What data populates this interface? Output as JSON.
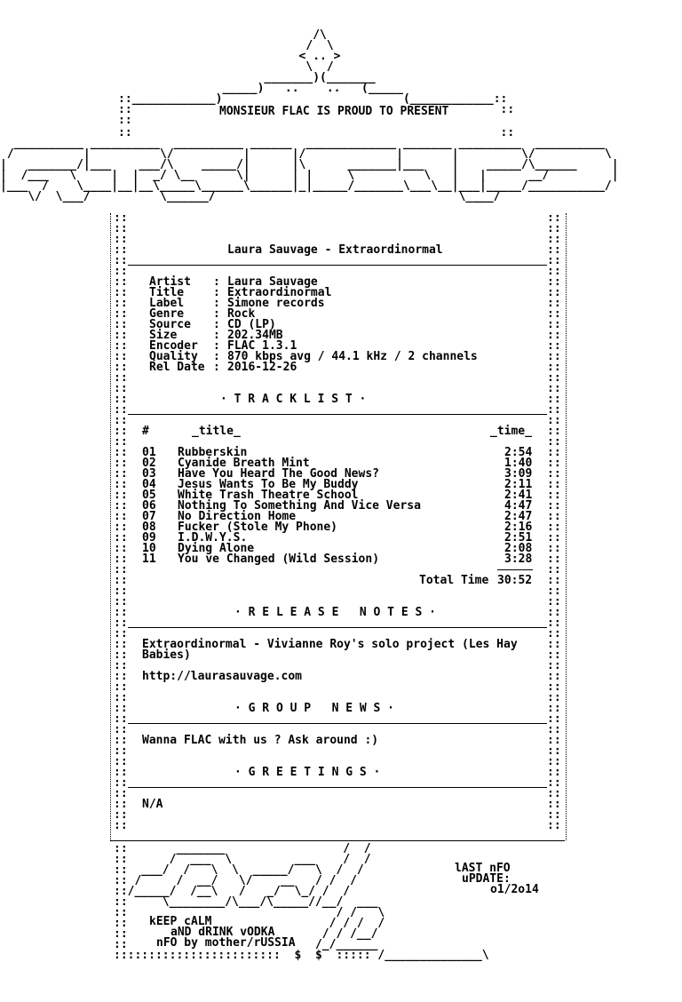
{
  "header": {
    "intro": "MONSIEUR FLAC IS PROUD TO PRESENT"
  },
  "release": {
    "heading": "Laura Sauvage - Extraordinormal",
    "info": [
      {
        "key": "Artist",
        "value": "Laura Sauvage"
      },
      {
        "key": "Title",
        "value": "Extraordinormal"
      },
      {
        "key": "Label",
        "value": "Simone records"
      },
      {
        "key": "Genre",
        "value": "Rock"
      },
      {
        "key": "Source",
        "value": "CD (LP)"
      },
      {
        "key": "Size",
        "value": "202.34MB"
      },
      {
        "key": "Encoder",
        "value": "FLAC 1.3.1"
      },
      {
        "key": "Quality",
        "value": "870 kbps avg / 44.1 kHz / 2 channels"
      },
      {
        "key": "Rel Date",
        "value": "2016-12-26"
      }
    ]
  },
  "tracklist": {
    "heading": "· T R A C K L I S T ·",
    "col_num": "#",
    "col_title": "_title_",
    "col_time": "_time_",
    "tracks": [
      {
        "num": "01",
        "title": "Rubberskin",
        "time": "2:54"
      },
      {
        "num": "02",
        "title": "Cyanide Breath Mint",
        "time": "1:40"
      },
      {
        "num": "03",
        "title": "Have You Heard The Good News?",
        "time": "3:09"
      },
      {
        "num": "04",
        "title": "Jesus Wants To Be My Buddy",
        "time": "2:11"
      },
      {
        "num": "05",
        "title": "White Trash Theatre School",
        "time": "2:41"
      },
      {
        "num": "06",
        "title": "Nothing To Something And Vice Versa",
        "time": "4:47"
      },
      {
        "num": "07",
        "title": "No Direction Home",
        "time": "2:47"
      },
      {
        "num": "08",
        "title": "Fucker (Stole My Phone)",
        "time": "2:16"
      },
      {
        "num": "09",
        "title": "I.D.W.Y.S.",
        "time": "2:51"
      },
      {
        "num": "10",
        "title": "Dying Alone",
        "time": "2:08"
      },
      {
        "num": "11",
        "title": "Youve Changed (Wild Session)",
        "time": "3:28"
      }
    ],
    "total_label": "Total Time",
    "total_time": "30:52"
  },
  "release_notes": {
    "heading": "· R E L E A S E   N O T E S ·",
    "text_line1": "Extraordinormal - Vivianne Roy's solo project (Les Hay",
    "text_line2": "Babies)",
    "url": "http://laurasauvage.com"
  },
  "group_news": {
    "heading": "· G R O U P   N E W S ·",
    "text": "Wanna FLAC with us ? Ask around :)"
  },
  "greetings": {
    "heading": "· G R E E T I N G S ·",
    "text": "N/A"
  },
  "footer": {
    "update_label": "lAST nFO",
    "update_label2": "uPDATE:",
    "update_date": "o1/2o14",
    "motto1": "kEEP cALM",
    "motto2": "aND dRINK vODKA",
    "credit": "nFO by mother/rUSSIA"
  }
}
